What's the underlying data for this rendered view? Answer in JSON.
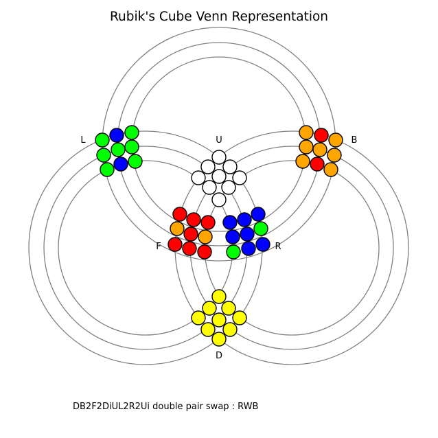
{
  "title": "Rubik's Cube Venn Representation",
  "caption": "DB2F2DiUL2R2Ui double pair swap : RWB",
  "faces": {
    "U": {
      "label": "U",
      "stickers": [
        "white",
        "white",
        "white",
        "white",
        "white",
        "white",
        "white",
        "white",
        "white"
      ]
    },
    "L": {
      "label": "L",
      "stickers": [
        "green",
        "blue",
        "green",
        "green",
        "green",
        "green",
        "green",
        "blue",
        "green"
      ]
    },
    "B": {
      "label": "B",
      "stickers": [
        "orange",
        "red",
        "orange",
        "orange",
        "orange",
        "orange",
        "orange",
        "red",
        "orange"
      ]
    },
    "F": {
      "label": "F",
      "stickers": [
        "red",
        "red",
        "red",
        "orange",
        "red",
        "orange",
        "red",
        "red",
        "red"
      ]
    },
    "R": {
      "label": "R",
      "stickers": [
        "blue",
        "blue",
        "blue",
        "blue",
        "blue",
        "green",
        "green",
        "blue",
        "blue"
      ]
    },
    "D": {
      "label": "D",
      "stickers": [
        "yellow",
        "yellow",
        "yellow",
        "yellow",
        "yellow",
        "yellow",
        "yellow",
        "yellow",
        "yellow"
      ]
    }
  },
  "colors": {
    "white": "#ffffff",
    "green": "#00ff00",
    "blue": "#0000ff",
    "orange": "#ffa500",
    "red": "#ff0000",
    "yellow": "#ffff00",
    "ring": "#808080"
  }
}
